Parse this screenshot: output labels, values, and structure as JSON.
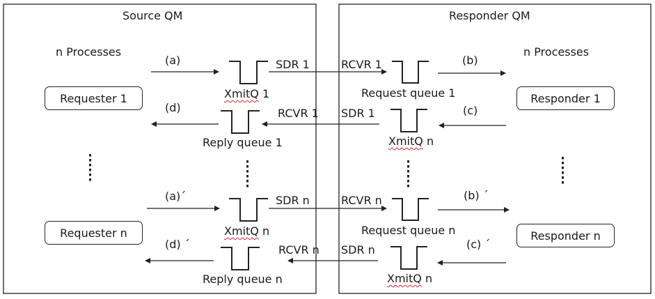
{
  "source_qm": {
    "title": "Source QM",
    "processes_label": "n Processes",
    "requester_1": "Requester 1",
    "requester_n": "Requester n",
    "arrow_a": "(a)",
    "arrow_d": "(d)",
    "arrow_a_prime": "(a)´",
    "arrow_d_prime": "(d) ´",
    "xmitq_1_word": "XmitQ",
    "xmitq_1_num": " 1",
    "xmitq_n_word": "XmitQ",
    "xmitq_n_num": " n",
    "reply_queue_1": "Reply queue 1",
    "reply_queue_n": "Reply queue n",
    "sdr_1": "SDR 1",
    "rcvr_1": "RCVR 1",
    "sdr_n": "SDR n",
    "rcvr_n": "RCVR n"
  },
  "responder_qm": {
    "title": "Responder QM",
    "processes_label": "n Processes",
    "responder_1": "Responder 1",
    "responder_n": "Responder n",
    "arrow_b": "(b)",
    "arrow_c": "(c)",
    "arrow_b_prime": "(b) ´",
    "arrow_c_prime": "(c) ´",
    "rcvr_1": "RCVR 1",
    "sdr_1": "SDR 1",
    "rcvr_n": "RCVR n",
    "sdr_n": "SDR n",
    "request_queue_1": "Request queue 1",
    "request_queue_n": "Request queue n",
    "xmitq_n_top_word": "XmitQ",
    "xmitq_n_top_num": " n",
    "xmitq_n_bottom_word": "XmitQ",
    "xmitq_n_bottom_num": " n"
  }
}
